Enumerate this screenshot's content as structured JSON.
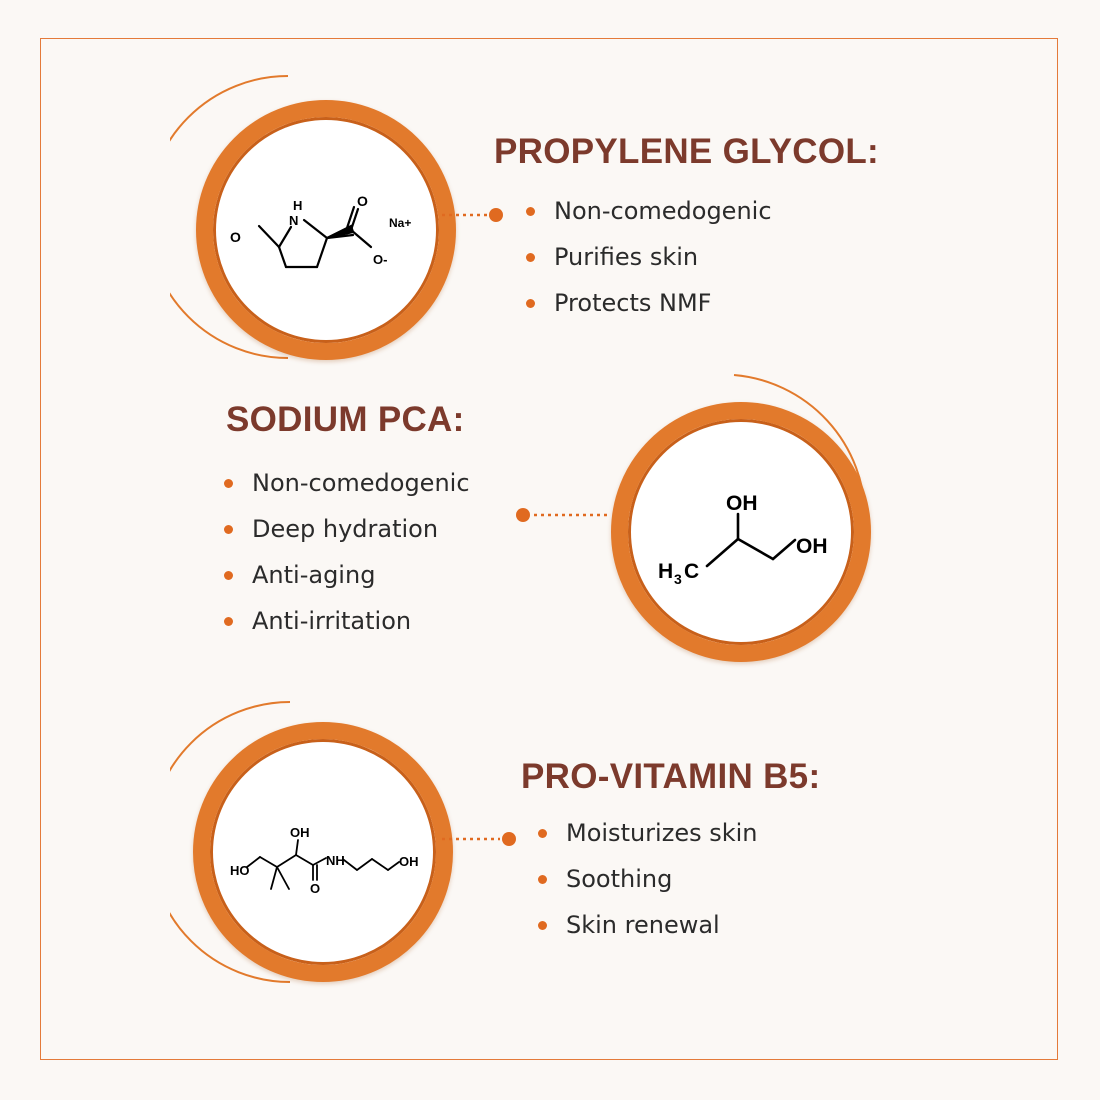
{
  "colors": {
    "accent": "#e27a2c",
    "title": "#7c3a2c",
    "frame": "#e47a3a",
    "bullet": "#e06a20"
  },
  "sections": [
    {
      "title": "PROPYLENE GLYCOL:",
      "bullets": [
        "Non-comedogenic",
        "Purifies skin",
        "Protects NMF"
      ],
      "molecule": {
        "labels": [
          "O",
          "N",
          "H",
          "O",
          "Na+",
          "O-"
        ]
      }
    },
    {
      "title": "SODIUM PCA:",
      "bullets": [
        "Non-comedogenic",
        "Deep hydration",
        "Anti-aging",
        "Anti-irritation"
      ],
      "molecule": {
        "labels": [
          "OH",
          "OH",
          "H",
          "3",
          "C"
        ]
      }
    },
    {
      "title": "PRO-VITAMIN B5:",
      "bullets": [
        "Moisturizes skin",
        "Soothing",
        "Skin renewal"
      ],
      "molecule": {
        "labels": [
          "OH",
          "HO",
          "NH",
          "OH",
          "O"
        ]
      }
    }
  ]
}
